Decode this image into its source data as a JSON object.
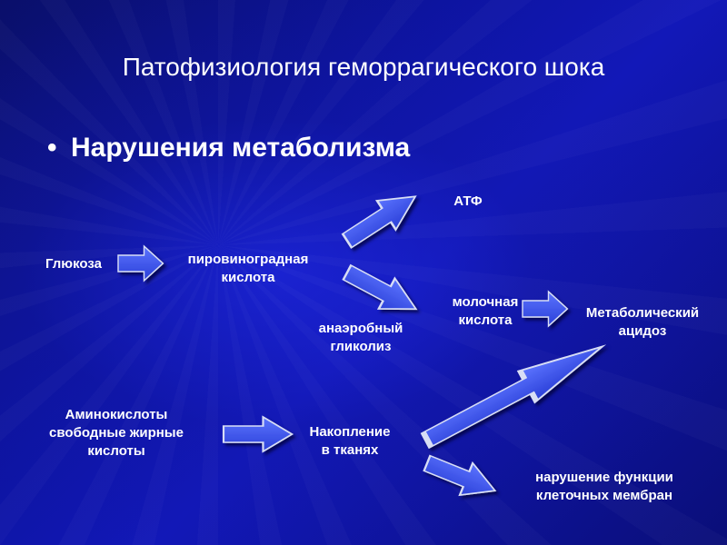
{
  "title": "Патофизиология геморрагического шока",
  "bullet": {
    "marker": "•",
    "text": "Нарушения метаболизма"
  },
  "nodes": {
    "glucose": "Глюкоза",
    "pyruvic": [
      "пировиноградная",
      "кислота"
    ],
    "atp": "АТФ",
    "anaerobic": [
      "анаэробный",
      "гликолиз"
    ],
    "lactic": [
      "молочная",
      "кислота"
    ],
    "acidosis": [
      "Метаболический",
      "ацидоз"
    ],
    "amino": [
      "Аминокислоты",
      "свободные жирные",
      "кислоты"
    ],
    "accumulation": [
      "Накопление",
      "в тканях"
    ],
    "membrane": [
      "нарушение функции",
      "клеточных мембран"
    ]
  },
  "colors": {
    "arrow_fill": "#3a52ee",
    "arrow_stroke": "#d8def5",
    "text": "#ffffff"
  }
}
